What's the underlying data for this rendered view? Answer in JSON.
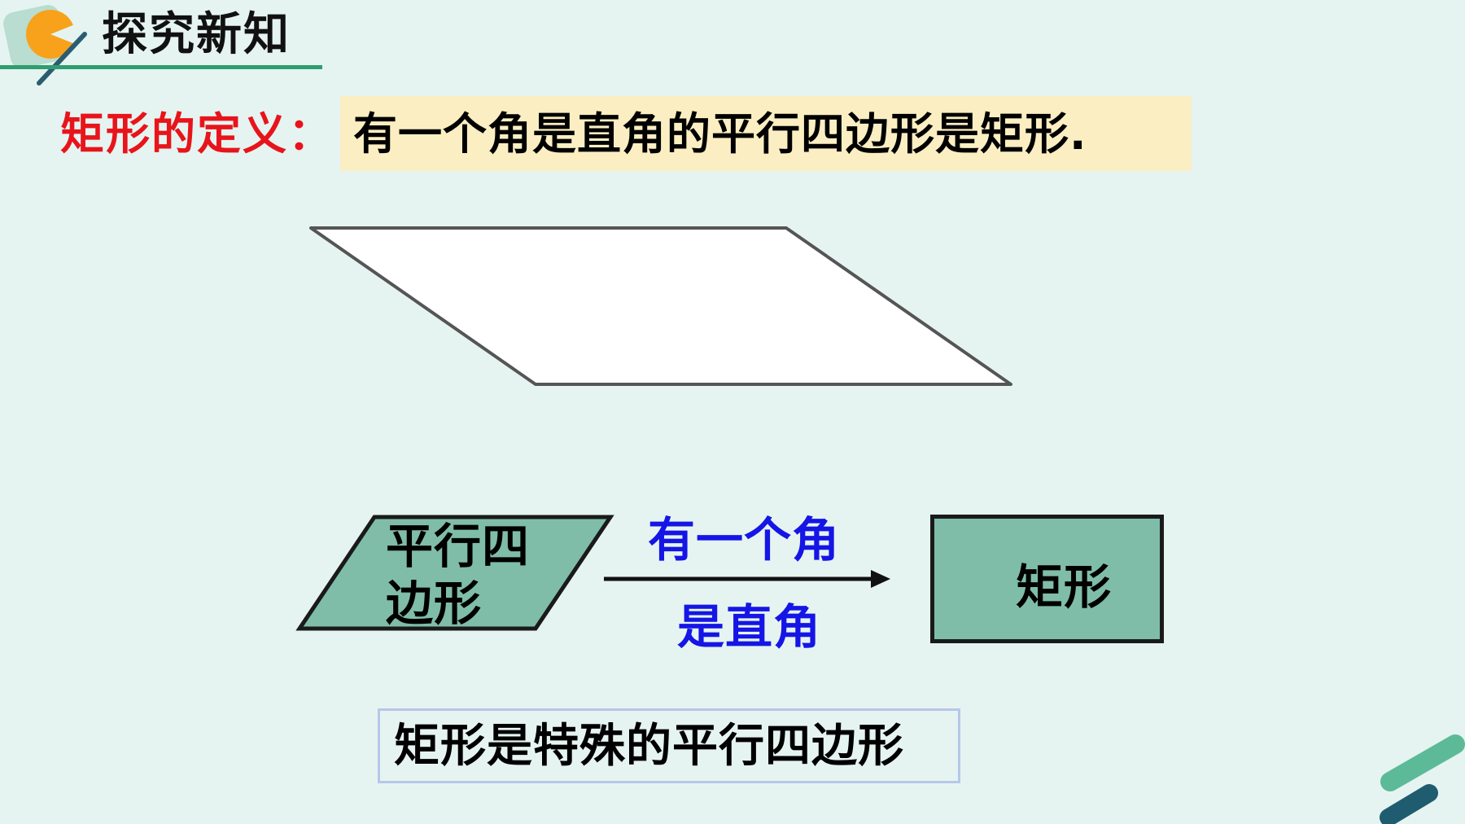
{
  "header": {
    "title": "探究新知",
    "logo_icon": "pie-chart-pencil-icon"
  },
  "definition": {
    "label": "矩形的定义：",
    "text": "有一个角是直角的平行四边形是矩形."
  },
  "diagram": {
    "source_shape": {
      "line1": "平行四",
      "line2": "边形"
    },
    "condition": {
      "top": "有一个角",
      "bottom": "是直角"
    },
    "target_shape": "矩形"
  },
  "conclusion": "矩形是特殊的平行四边形",
  "colors": {
    "background": "#e5f4f1",
    "accent_green": "#2e9e6e",
    "shape_fill": "#7fbda8",
    "definition_label": "#e8141b",
    "definition_highlight": "#fbeec2",
    "condition_text": "#1515e6",
    "conclusion_border": "#b7c7e8"
  },
  "decorations": {
    "corner": "diagonal-stripes-icon"
  }
}
